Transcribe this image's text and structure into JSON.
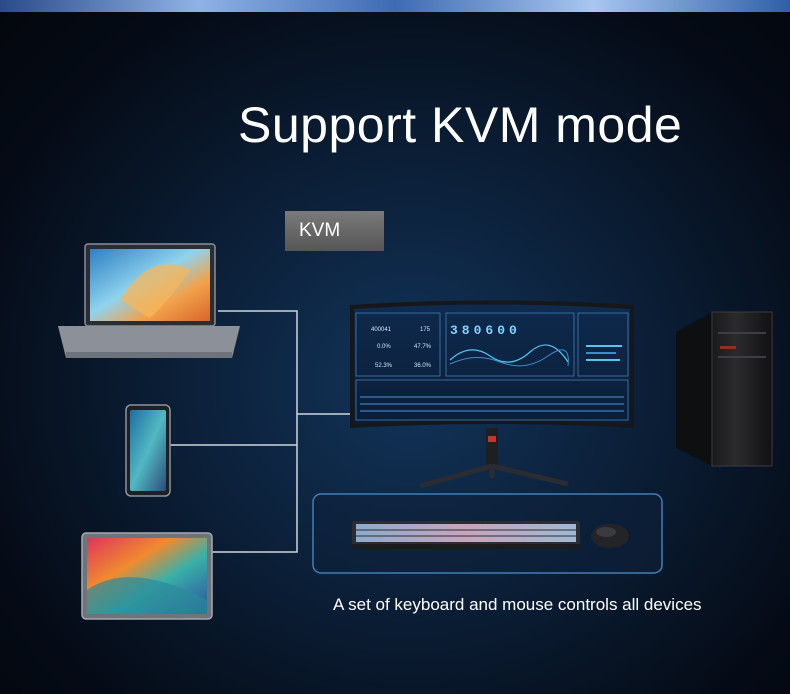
{
  "headline": "Support KVM mode",
  "kvm_label": "KVM",
  "caption": "A set of keyboard and mouse controls all devices",
  "monitor_dashboard": {
    "big_number": "380600",
    "stats": [
      "400041",
      "175",
      "0.0%",
      "47.7%",
      "52.3%",
      "36.0%"
    ]
  },
  "colors": {
    "background": "#0b1e36",
    "connector_line": "#cfd6de",
    "panel_border": "#3f7fb8",
    "accent_cyan": "#56c3f0"
  },
  "devices": [
    "laptop-icon",
    "smartphone-icon",
    "tablet-icon",
    "curved-monitor-icon",
    "desktop-tower-icon",
    "keyboard-icon",
    "mouse-icon"
  ]
}
